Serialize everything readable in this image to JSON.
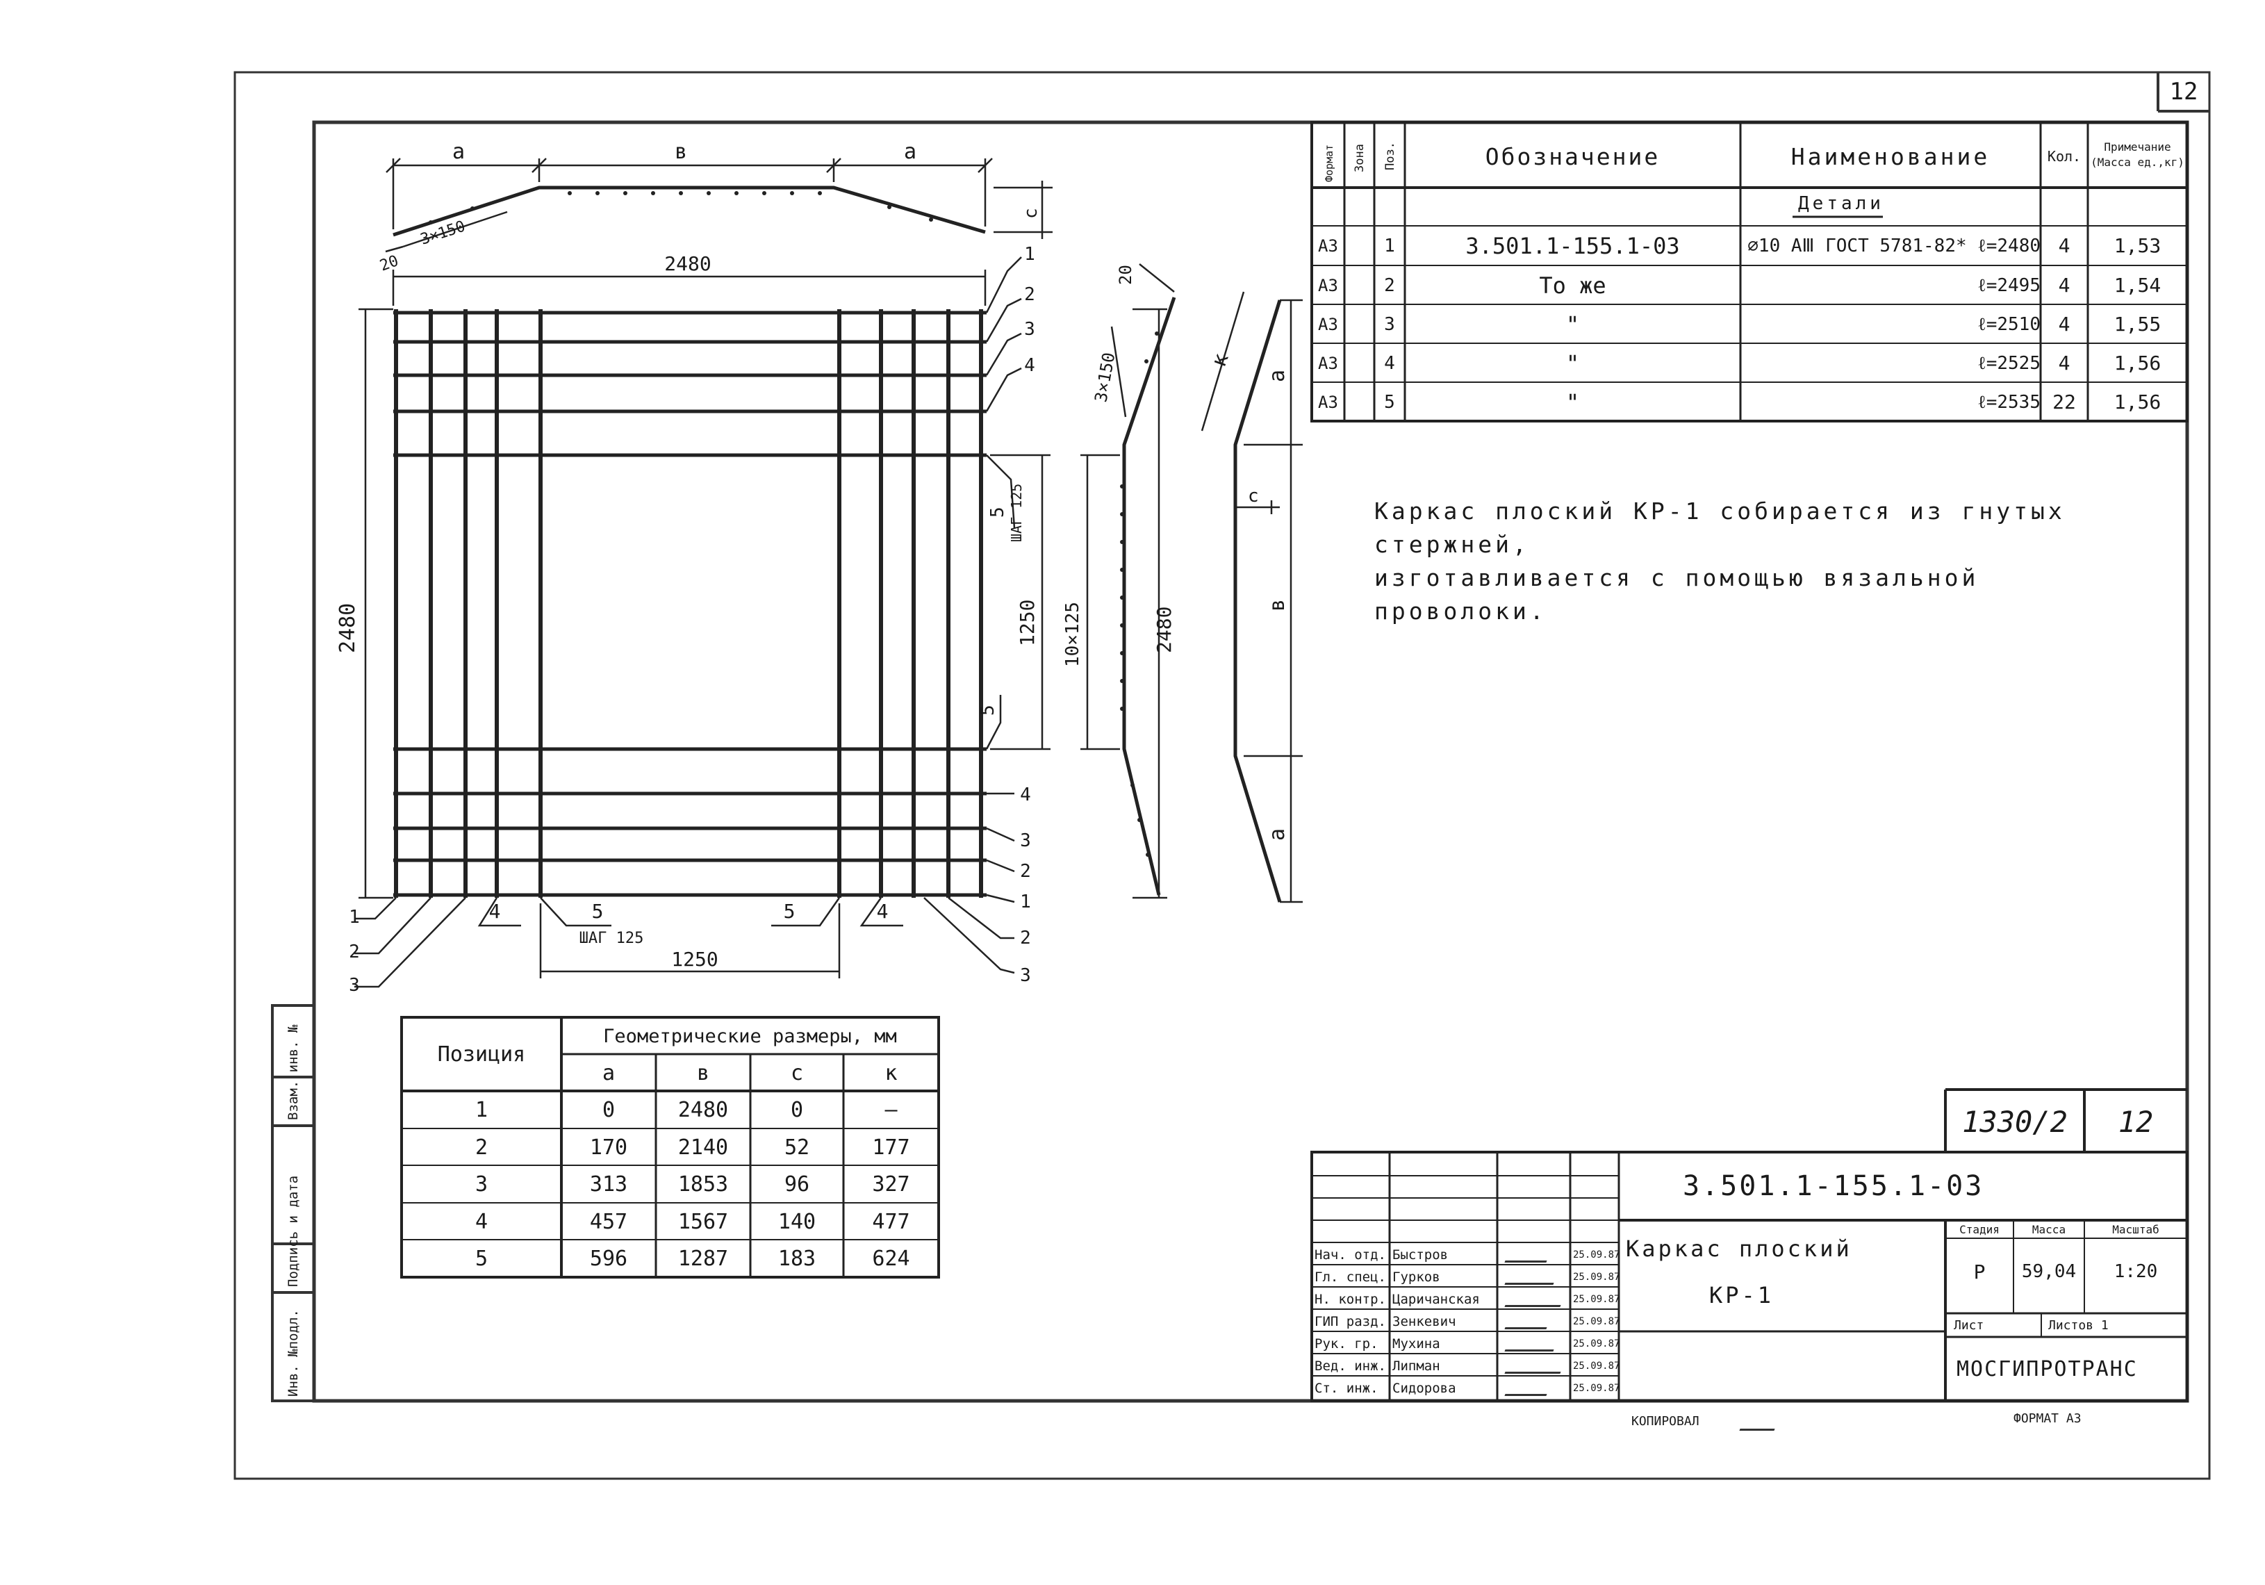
{
  "sheet": {
    "number": "12",
    "archive_code": "1330/2",
    "archive_sheet": "12",
    "copied": "КОПИРОВАЛ",
    "format": "ФОРМАТ А3"
  },
  "side_stamp": [
    "Инв. №подл.",
    "Подпись и дата",
    "Взам. инв. №"
  ],
  "plan": {
    "top_a_left": "a",
    "top_b": "в",
    "top_a_right": "a",
    "c_label": "c",
    "d20": "20",
    "step": "3×150",
    "overall_w": "2480",
    "overall_h": "2480",
    "spacing": "1250",
    "left_tags": [
      "1",
      "2",
      "3"
    ],
    "bottom_tags": [
      "4",
      "5",
      "5",
      "4"
    ],
    "shag": "ШАГ 125",
    "right_tags_top": [
      "1",
      "2",
      "3",
      "4"
    ],
    "right_tags_bottom": [
      "4",
      "3",
      "2",
      "1",
      "2",
      "3"
    ],
    "mid_tag": "5",
    "mid_shag": "ШАГ 125",
    "low_tag": "5"
  },
  "side_view": {
    "d20": "20",
    "step": "3×150",
    "pitch": "10×125",
    "spacing": "1250",
    "overall": "2480"
  },
  "profile": {
    "k": "к",
    "a_top": "a",
    "c": "c",
    "b": "в",
    "a_bottom": "a"
  },
  "spec": {
    "headers": [
      "Формат",
      "Зона",
      "Поз.",
      "Обозначение",
      "Наименование",
      "Кол.",
      "Примечание (Масса ед.,кг)"
    ],
    "section": "Детали",
    "rows": [
      {
        "fmt": "А3",
        "zone": "",
        "pos": "1",
        "code": "3.501.1-155.1-03",
        "name": "⌀10 АⅢ ГОСТ 5781-82* ℓ=2480",
        "qty": "4",
        "note": "1,53"
      },
      {
        "fmt": "А3",
        "zone": "",
        "pos": "2",
        "code": "То же",
        "name": "ℓ=2495",
        "qty": "4",
        "note": "1,54"
      },
      {
        "fmt": "А3",
        "zone": "",
        "pos": "3",
        "code": "\"",
        "name": "ℓ=2510",
        "qty": "4",
        "note": "1,55"
      },
      {
        "fmt": "А3",
        "zone": "",
        "pos": "4",
        "code": "\"",
        "name": "ℓ=2525",
        "qty": "4",
        "note": "1,56"
      },
      {
        "fmt": "А3",
        "zone": "",
        "pos": "5",
        "code": "\"",
        "name": "ℓ=2535",
        "qty": "22",
        "note": "1,56"
      }
    ]
  },
  "note_lines": [
    "Каркас плоский КР-1 собирается из гнутых стержней,",
    "изготавливается с помощью вязальной проволоки."
  ],
  "geom": {
    "h_position": "Позиция",
    "h_sizes": "Геометрические размеры, мм",
    "cols": [
      "a",
      "в",
      "c",
      "к"
    ],
    "rows": [
      [
        "1",
        "0",
        "2480",
        "0",
        "—"
      ],
      [
        "2",
        "170",
        "2140",
        "52",
        "177"
      ],
      [
        "3",
        "313",
        "1853",
        "96",
        "327"
      ],
      [
        "4",
        "457",
        "1567",
        "140",
        "477"
      ],
      [
        "5",
        "596",
        "1287",
        "183",
        "624"
      ]
    ]
  },
  "title_block": {
    "doc_code": "3.501.1-155.1-03",
    "title_line1": "Каркас плоский",
    "title_line2": "КР-1",
    "stage_h": "Стадия",
    "mass_h": "Масса",
    "scale_h": "Масштаб",
    "stage": "Р",
    "mass": "59,04",
    "scale": "1:20",
    "sheet_h": "Лист",
    "sheets_h": "Листов 1",
    "org": "МОСГИПРОТРАНС",
    "people": [
      {
        "role": "Нач. отд.",
        "name": "Быстров",
        "date": "25.09.87"
      },
      {
        "role": "Гл. спец.",
        "name": "Гурков",
        "date": "25.09.87"
      },
      {
        "role": "Н. контр.",
        "name": "Царичанская",
        "date": "25.09.87"
      },
      {
        "role": "ГИП разд.",
        "name": "Зенкевич",
        "date": "25.09.87"
      },
      {
        "role": "Рук. гр.",
        "name": "Мухина",
        "date": "25.09.87"
      },
      {
        "role": "Вед. инж.",
        "name": "Липман",
        "date": "25.09.87"
      },
      {
        "role": "Ст. инж.",
        "name": "Сидорова",
        "date": "25.09.87"
      }
    ]
  }
}
